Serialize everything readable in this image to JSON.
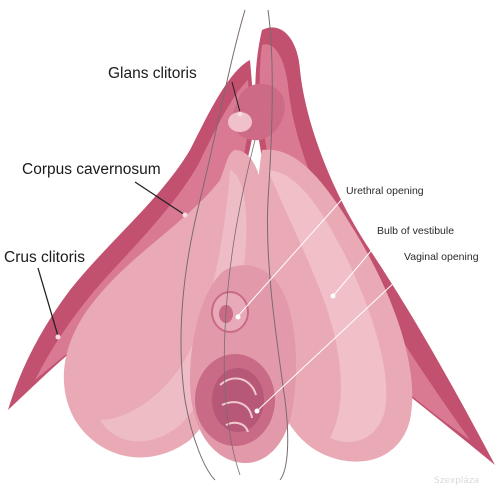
{
  "labels": {
    "glans": "Glans clitoris",
    "corpus": "Corpus cavernosum",
    "crus": "Crus clitoris",
    "urethral": "Urethral opening",
    "bulb": "Bulb of vestibule",
    "vaginal": "Vaginal opening"
  },
  "watermark": "Szexpláza",
  "colors": {
    "crus_outer": "#c2506f",
    "crus_inner": "#d97a92",
    "bulb": "#e9aab6",
    "bulb_light": "#f2c8cf",
    "glans": "#cd6a86",
    "opening": "#c96a86",
    "outline": "#7a6a70",
    "leader": "#222222",
    "leader_light": "#ffffff"
  }
}
